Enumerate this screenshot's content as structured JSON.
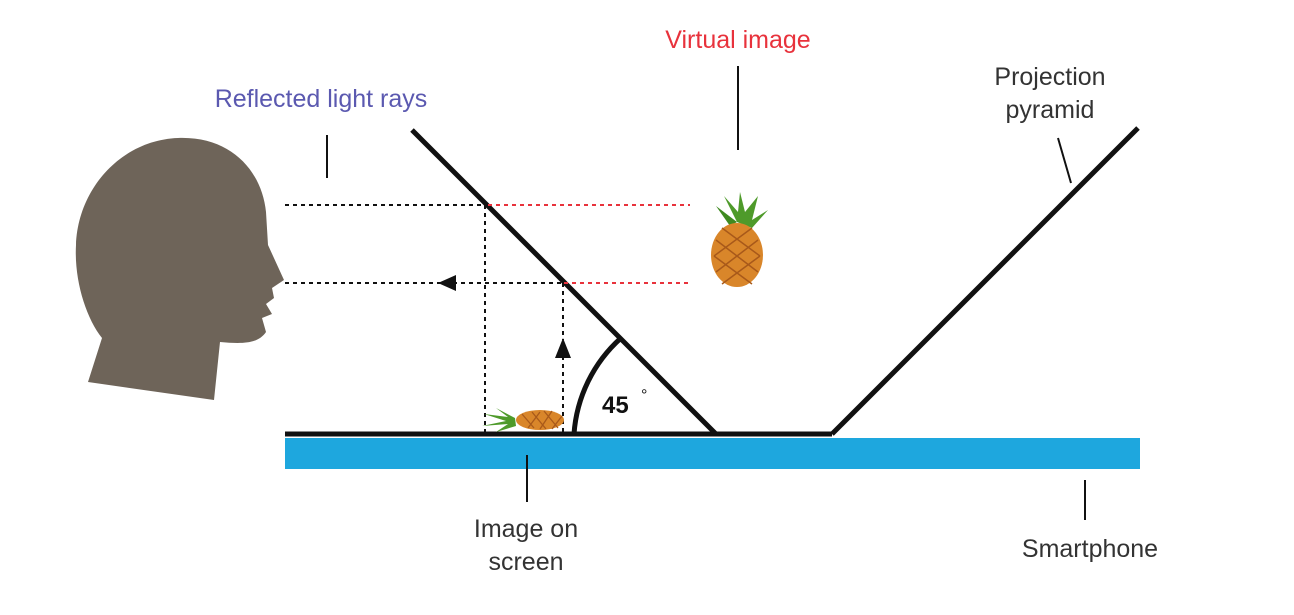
{
  "labels": {
    "virtual_image": "Virtual image",
    "reflected_light_rays": "Reflected light rays",
    "projection_pyramid_line1": "Projection",
    "projection_pyramid_line2": "pyramid",
    "image_on_screen_line1": "Image on",
    "image_on_screen_line2": "screen",
    "smartphone": "Smartphone",
    "angle": "45",
    "angle_unit": "°"
  },
  "colors": {
    "virtual_image": "#e8323c",
    "reflected_light_rays": "#5b59b0",
    "text": "#333333",
    "head": "#6e6459",
    "smartphone": "#1ea7de",
    "lines": "#111111",
    "ray_red": "#e8323c"
  },
  "icons": {
    "head": "head-silhouette-icon",
    "virtual_pineapple": "pineapple-icon",
    "screen_pineapple": "pineapple-lying-icon"
  }
}
